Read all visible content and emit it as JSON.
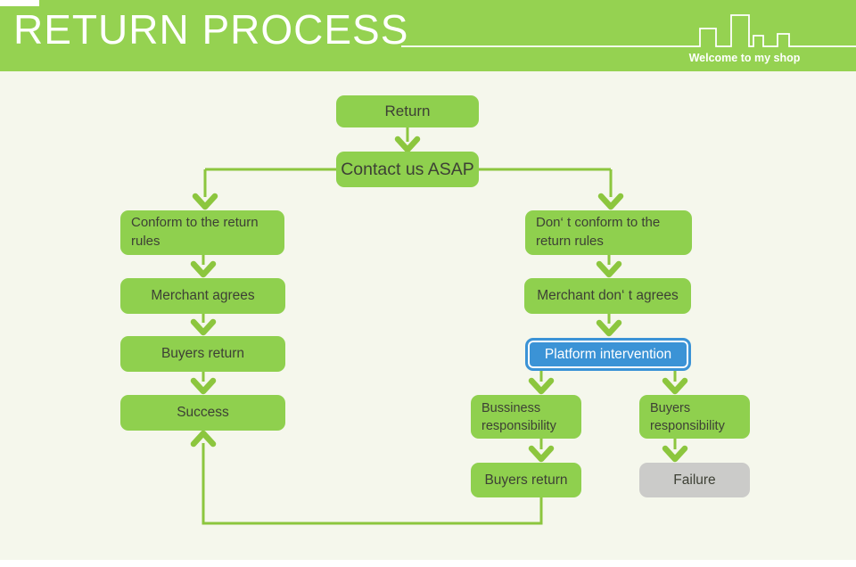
{
  "header": {
    "title": "RETURN PROCESS",
    "tagline": "Welcome to my shop",
    "icon": "city-skyline-icon"
  },
  "colors": {
    "header_bg": "#95d251",
    "canvas_bg": "#f5f7ec",
    "node_green": "#8fd04e",
    "node_blue": "#3b93d6",
    "node_gray": "#cbcbc9",
    "connector_green": "#8cc63e",
    "node_text": "#3d4035",
    "header_text": "#ffffff"
  },
  "flow": {
    "nodes": {
      "return": {
        "label": "Return"
      },
      "contact": {
        "label": "Contact us ASAP"
      },
      "conform": {
        "label": "Conform to the return rules"
      },
      "merchant_agrees": {
        "label": "Merchant agrees"
      },
      "buyers_return_left": {
        "label": "Buyers return"
      },
      "success": {
        "label": "Success"
      },
      "dont_conform": {
        "label": "Don‘ t conform to the return rules"
      },
      "merchant_dont_agrees": {
        "label": "Merchant don‘ t agrees"
      },
      "platform": {
        "label": "Platform intervention"
      },
      "business_resp": {
        "label": "Bussiness responsibility"
      },
      "buyers_resp": {
        "label": "Buyers responsibility"
      },
      "buyers_return_right": {
        "label": "Buyers return"
      },
      "failure": {
        "label": "Failure"
      }
    },
    "edges": [
      "Return -> Contact us ASAP",
      "Contact us ASAP -> Conform to the return rules",
      "Contact us ASAP -> Don‘ t conform to the return rules",
      "Conform to the return rules -> Merchant agrees",
      "Merchant agrees -> Buyers return",
      "Buyers return -> Success",
      "Don‘ t conform to the return rules -> Merchant don‘ t agrees",
      "Merchant don‘ t agrees -> Platform intervention",
      "Platform intervention -> Bussiness responsibility",
      "Platform intervention -> Buyers responsibility",
      "Bussiness responsibility -> Buyers return",
      "Buyers responsibility -> Failure",
      "Buyers return -> Success"
    ]
  }
}
